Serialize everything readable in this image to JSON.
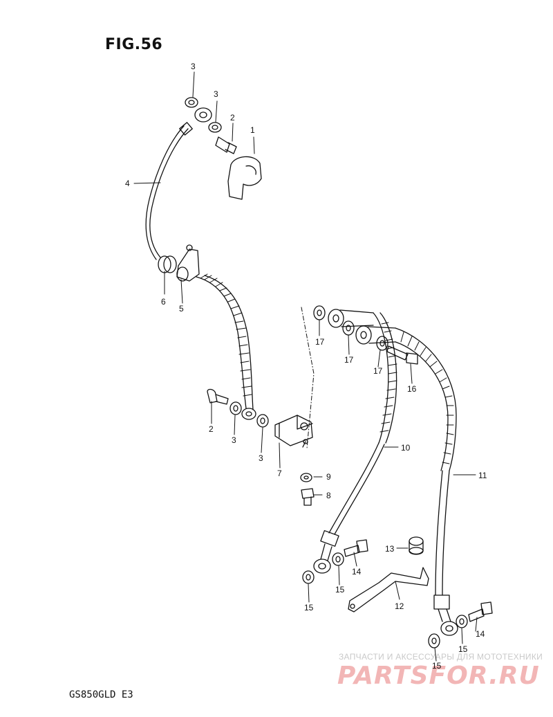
{
  "figure": {
    "title": "FIG.56",
    "model": "GS850GLD E3"
  },
  "watermark": {
    "text": "ЗАПЧАСТИ И АКСЕССУАРЫ ДЛЯ МОТОТЕХНИКИ",
    "logo": "PARTSFOR.RU"
  },
  "callouts": [
    {
      "id": "c1",
      "text": "1"
    },
    {
      "id": "c2a",
      "text": "2"
    },
    {
      "id": "c3a",
      "text": "3"
    },
    {
      "id": "c3b",
      "text": "3"
    },
    {
      "id": "c4",
      "text": "4"
    },
    {
      "id": "c5",
      "text": "5"
    },
    {
      "id": "c6",
      "text": "6"
    },
    {
      "id": "c2b",
      "text": "2"
    },
    {
      "id": "c3c",
      "text": "3"
    },
    {
      "id": "c3d",
      "text": "3"
    },
    {
      "id": "c7",
      "text": "7"
    },
    {
      "id": "c9",
      "text": "9"
    },
    {
      "id": "c8",
      "text": "8"
    },
    {
      "id": "c17a",
      "text": "17"
    },
    {
      "id": "c17b",
      "text": "17"
    },
    {
      "id": "c17c",
      "text": "17"
    },
    {
      "id": "c16",
      "text": "16"
    },
    {
      "id": "c10",
      "text": "10"
    },
    {
      "id": "c11",
      "text": "11"
    },
    {
      "id": "c13",
      "text": "13"
    },
    {
      "id": "c14a",
      "text": "14"
    },
    {
      "id": "c15a",
      "text": "15"
    },
    {
      "id": "c15b",
      "text": "15"
    },
    {
      "id": "c12",
      "text": "12"
    },
    {
      "id": "c14b",
      "text": "14"
    },
    {
      "id": "c15c",
      "text": "15"
    },
    {
      "id": "c15d",
      "text": "15"
    }
  ]
}
